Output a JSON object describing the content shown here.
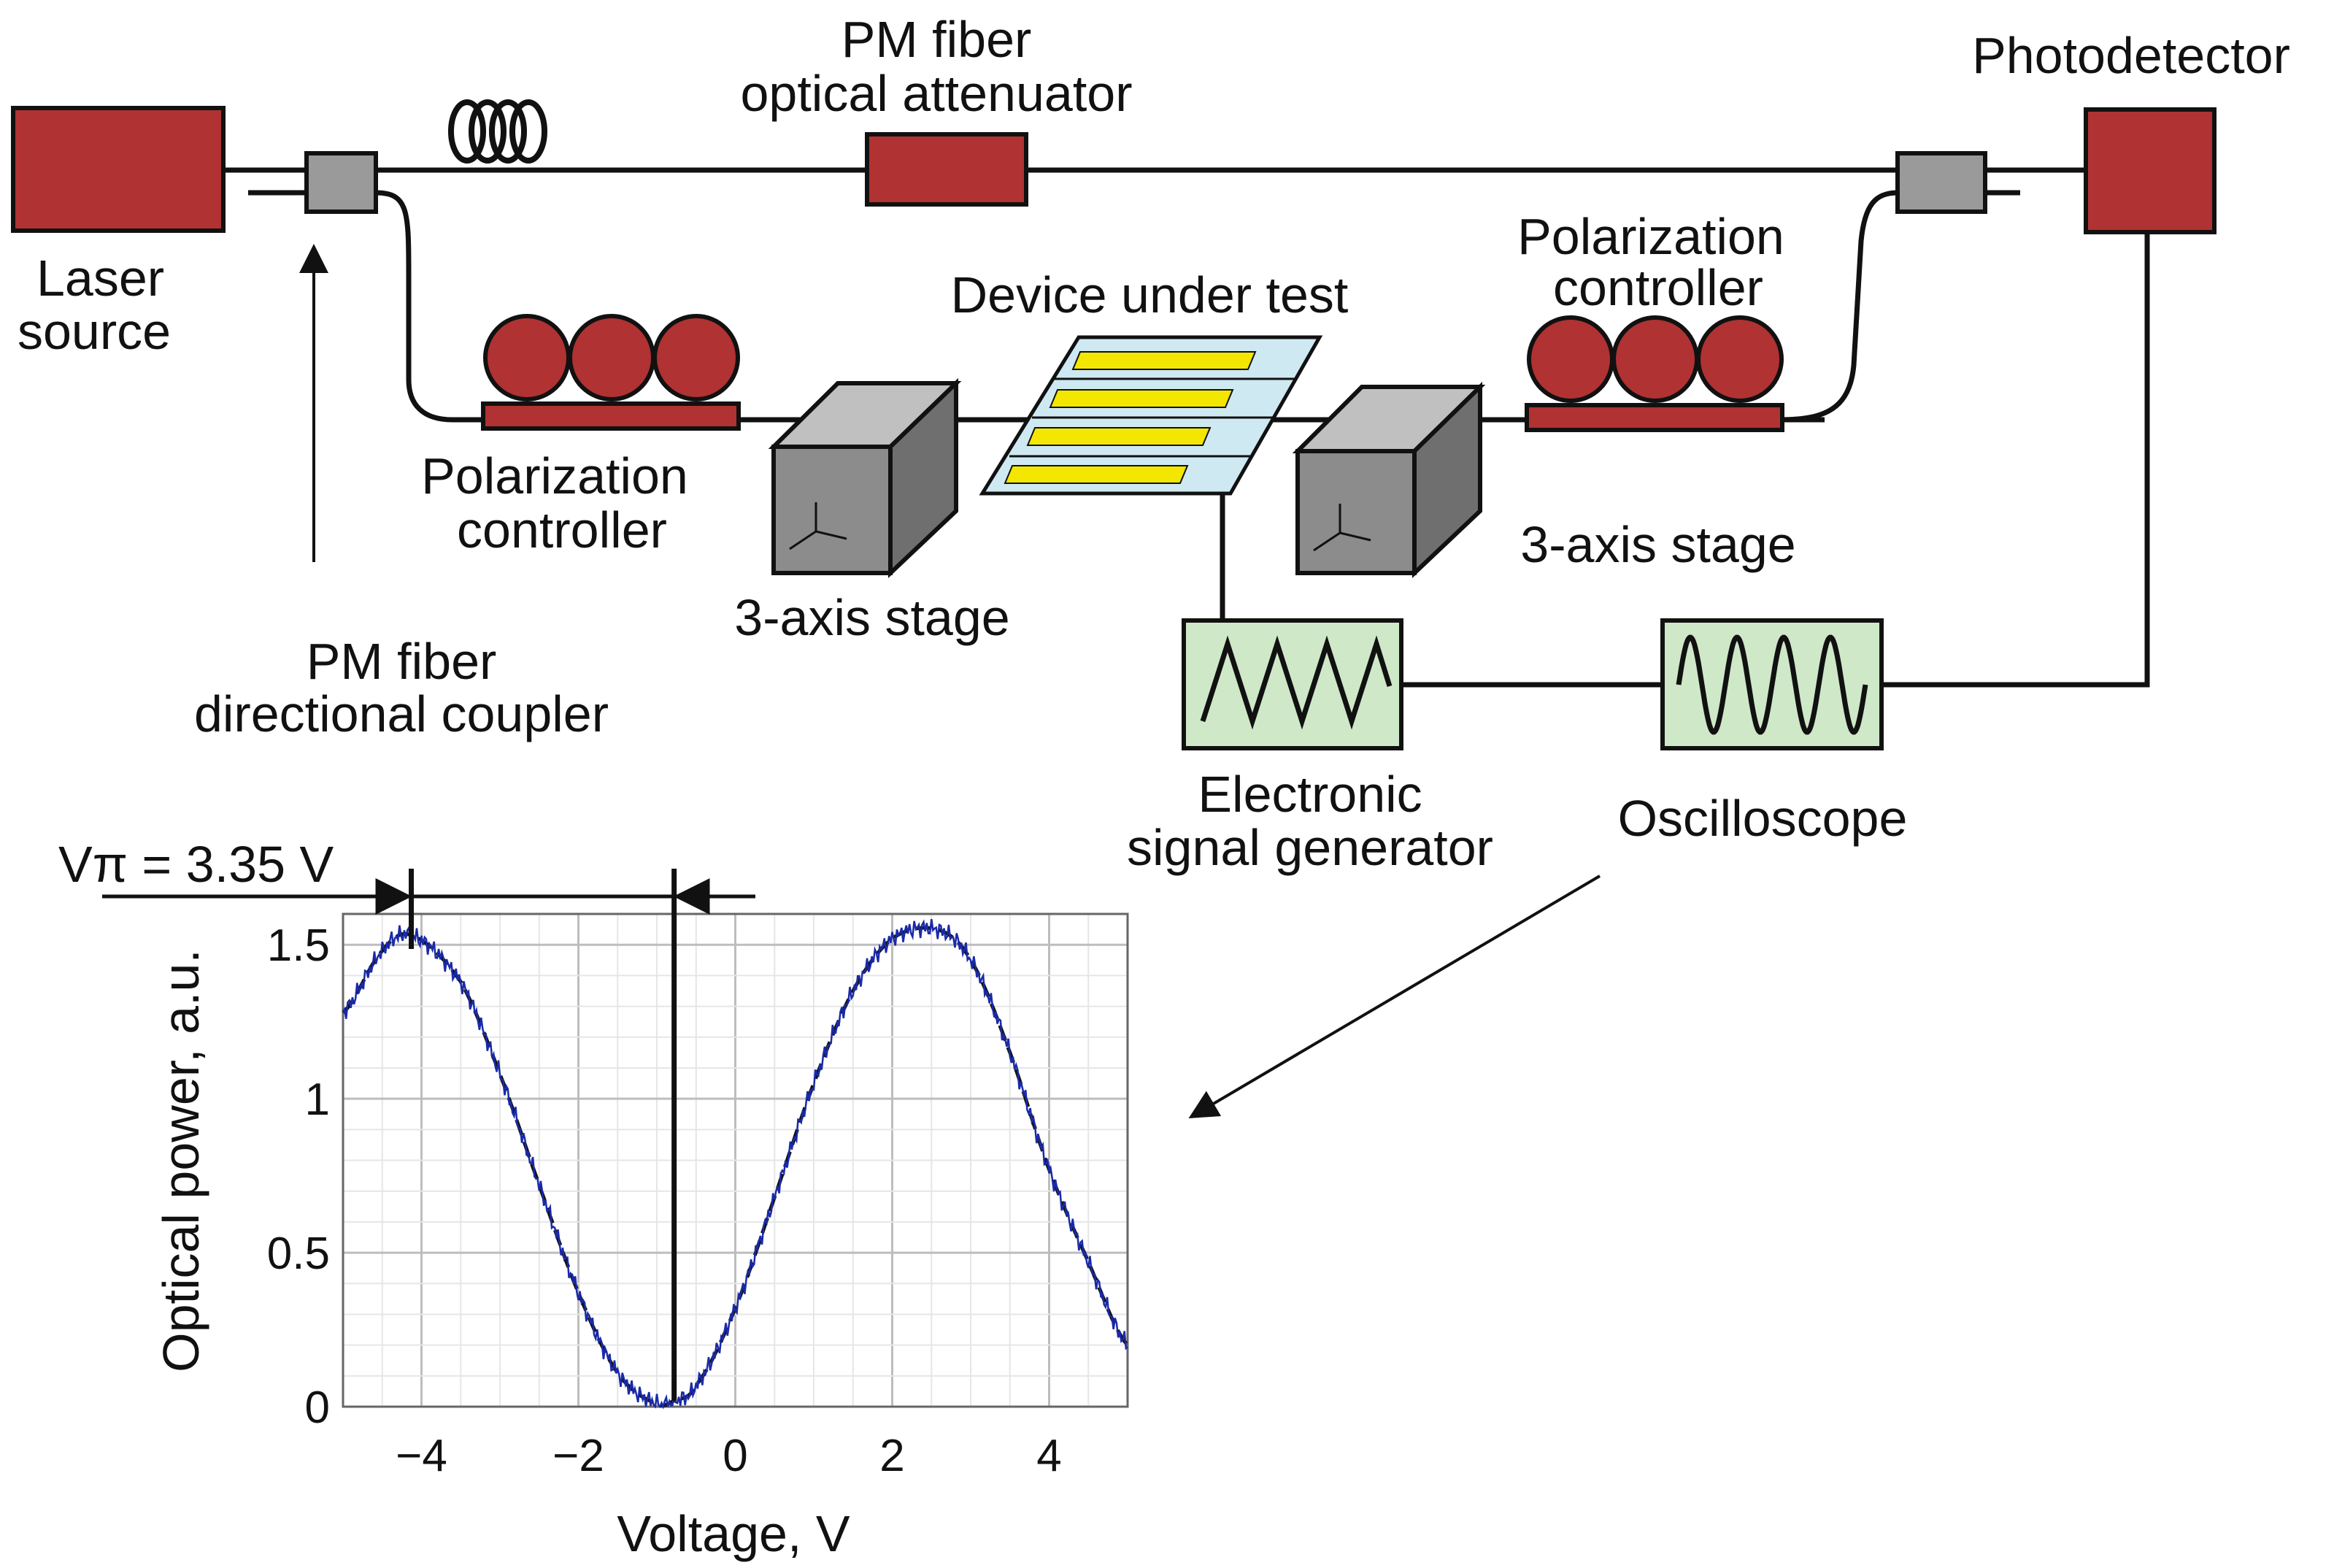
{
  "labels": {
    "laser_line1": "Laser",
    "laser_line2": "source",
    "attenuator_line1": "PM fiber",
    "attenuator_line2": "optical attenuator",
    "photodetector": "Photodetector",
    "coupler_line1": "PM fiber",
    "coupler_line2": "directional coupler",
    "pol_left_line1": "Polarization",
    "pol_left_line2": "controller",
    "pol_right_line1": "Polarization",
    "pol_right_line2": "controller",
    "device_under_test": "Device under test",
    "stage_left": "3-axis stage",
    "stage_right": "3-axis stage",
    "signal_gen_line1": "Electronic",
    "signal_gen_line2": "signal generator",
    "oscilloscope": "Oscilloscope",
    "vpi": "Vπ = 3.35 V"
  },
  "colors": {
    "component_red": "#b03232",
    "coupler_gray": "#9a9a9a",
    "stage_gray": "#8c8c8c",
    "instrument_green": "#cfe8c8",
    "dut_blue": "#cfe9f3",
    "electrode_yellow": "#f3e600",
    "curve_blue": "#1a2aa8"
  },
  "chart_data": {
    "type": "line",
    "xlabel": "Voltage, V",
    "ylabel": "Optical power, a.u.",
    "xlim": [
      -5,
      5
    ],
    "ylim": [
      0,
      1.6
    ],
    "xticks": [
      "−4",
      "−2",
      "0",
      "2",
      "4"
    ],
    "yticks": [
      "0",
      "0.5",
      "1",
      "1.5"
    ],
    "grid": true,
    "series": [
      {
        "x": [
          -5,
          -4.5,
          -4.13,
          -3.5,
          -3,
          -2.5,
          -2,
          -1.5,
          -1,
          -0.78,
          -0.5,
          0,
          0.5,
          1,
          1.5,
          2,
          2.57,
          3,
          3.5,
          4,
          4.5,
          5
        ],
        "y": [
          1.28,
          1.48,
          1.53,
          1.38,
          1.08,
          0.72,
          0.37,
          0.11,
          0.01,
          0.02,
          0.07,
          0.32,
          0.68,
          1.05,
          1.35,
          1.52,
          1.55,
          1.45,
          1.15,
          0.77,
          0.47,
          0.2
        ]
      }
    ],
    "annotations": [
      {
        "text": "Vπ = 3.35 V",
        "min_x": -0.78,
        "max_x": -4.13
      }
    ]
  }
}
